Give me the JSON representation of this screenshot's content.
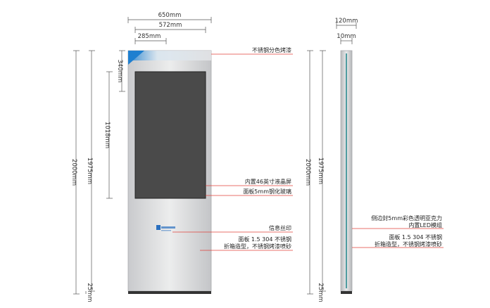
{
  "dimensions": {
    "width_total": "650mm",
    "width_screen": "572mm",
    "width_logo": "285mm",
    "top_height": "340mm",
    "screen_height": "1018mm",
    "body_height": "1975mm",
    "total_height": "2000mm",
    "base_height": "25mm",
    "side_depth": "120mm",
    "side_edge": "10mm",
    "side_body_height": "1975mm",
    "side_total_height": "2000mm",
    "side_base_height": "25mm"
  },
  "callouts": {
    "top_paint": "不锈钢分色烤漆",
    "lcd": "内置46英寸液晶屏",
    "glass": "面板5mm钢化玻璃",
    "silkscreen": "信息丝印",
    "panel_line1": "面板 1.5 304 不锈钢",
    "panel_line2": "折箱造型，不锈钢烤漆喷砂",
    "side_acrylic_line1": "侧边封5mm彩色透明亚克力",
    "side_acrylic_line2": "内置LED模组",
    "side_panel_line1": "面板 1.5 304 不锈钢",
    "side_panel_line2": "折箱造型，不锈钢烤漆喷砂"
  },
  "colors": {
    "callout_red": "#e0403a",
    "accent_blue": "#1e7fd0",
    "screen": "#4a4a4a",
    "body": "#dcdde0",
    "dim_line": "#555555"
  },
  "icons": {
    "logo": "company-logo-icon"
  }
}
